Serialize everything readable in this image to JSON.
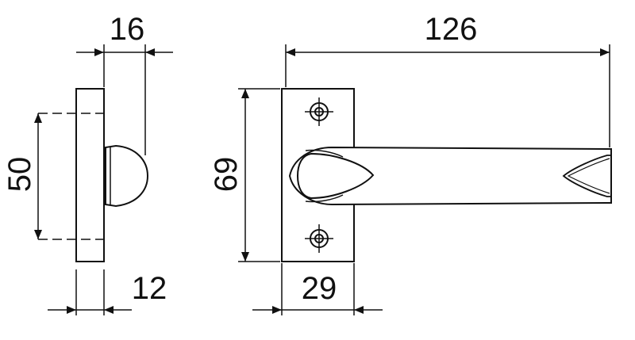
{
  "colors": {
    "line": "#111111",
    "fill": "#ffffff"
  },
  "dimensions": {
    "rose_thickness": "16",
    "handle_length": "126",
    "fixing_spacing": "50",
    "rose_height": "69",
    "base_thickness": "12",
    "rose_width": "29"
  },
  "icons": {
    "screw": "screw-hole-icon",
    "arrow": "dimension-arrow-icon"
  }
}
